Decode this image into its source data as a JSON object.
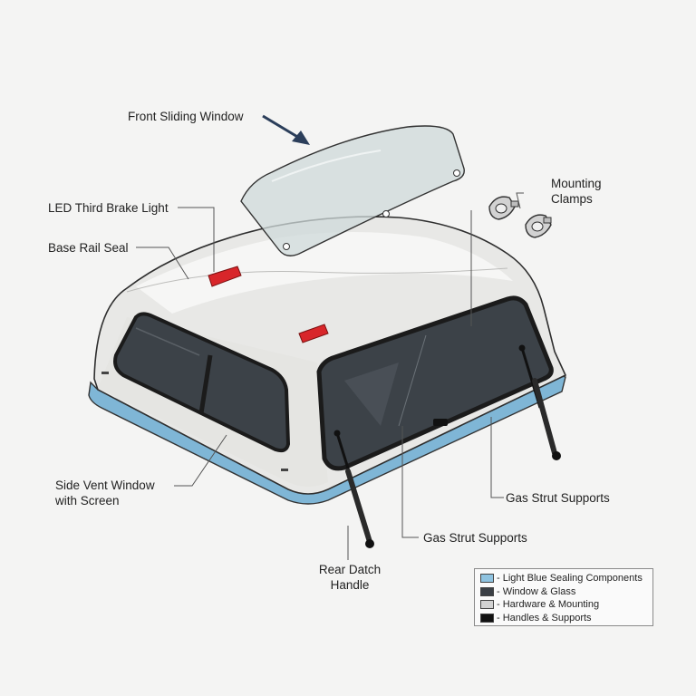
{
  "labels": {
    "front_sliding_window": "Front Sliding Window",
    "led_third_brake_light": "LED Third Brake Light",
    "base_rail_seal": "Base Rail Seal",
    "mounting_clamps_line1": "Mounting",
    "mounting_clamps_line2": "Clamps",
    "side_vent_window_line1": "Side Vent Window",
    "side_vent_window_line2": "with Screen",
    "gas_strut_supports_right": "Gas Strut Supports",
    "gas_strut_supports_center": "Gas Strut Supports",
    "rear_datch_handle_line1": "Rear Datch",
    "rear_datch_handle_line2": "Handle"
  },
  "legend": {
    "items": [
      {
        "label": "- Light Blue Sealing Components",
        "color": "#8fc3e0"
      },
      {
        "label": "- Window & Glass",
        "color": "#3a3f45"
      },
      {
        "label": "- Hardware & Mounting",
        "color": "#d2d2d2"
      },
      {
        "label": "- Handles & Supports",
        "color": "#111111"
      }
    ]
  },
  "colors": {
    "shell": "#e8e8e6",
    "seal": "#7fb6d6",
    "glass": "#3c4248",
    "brake_light": "#d8262a",
    "hardware": "#cfcfcf",
    "leader": "#555555"
  }
}
